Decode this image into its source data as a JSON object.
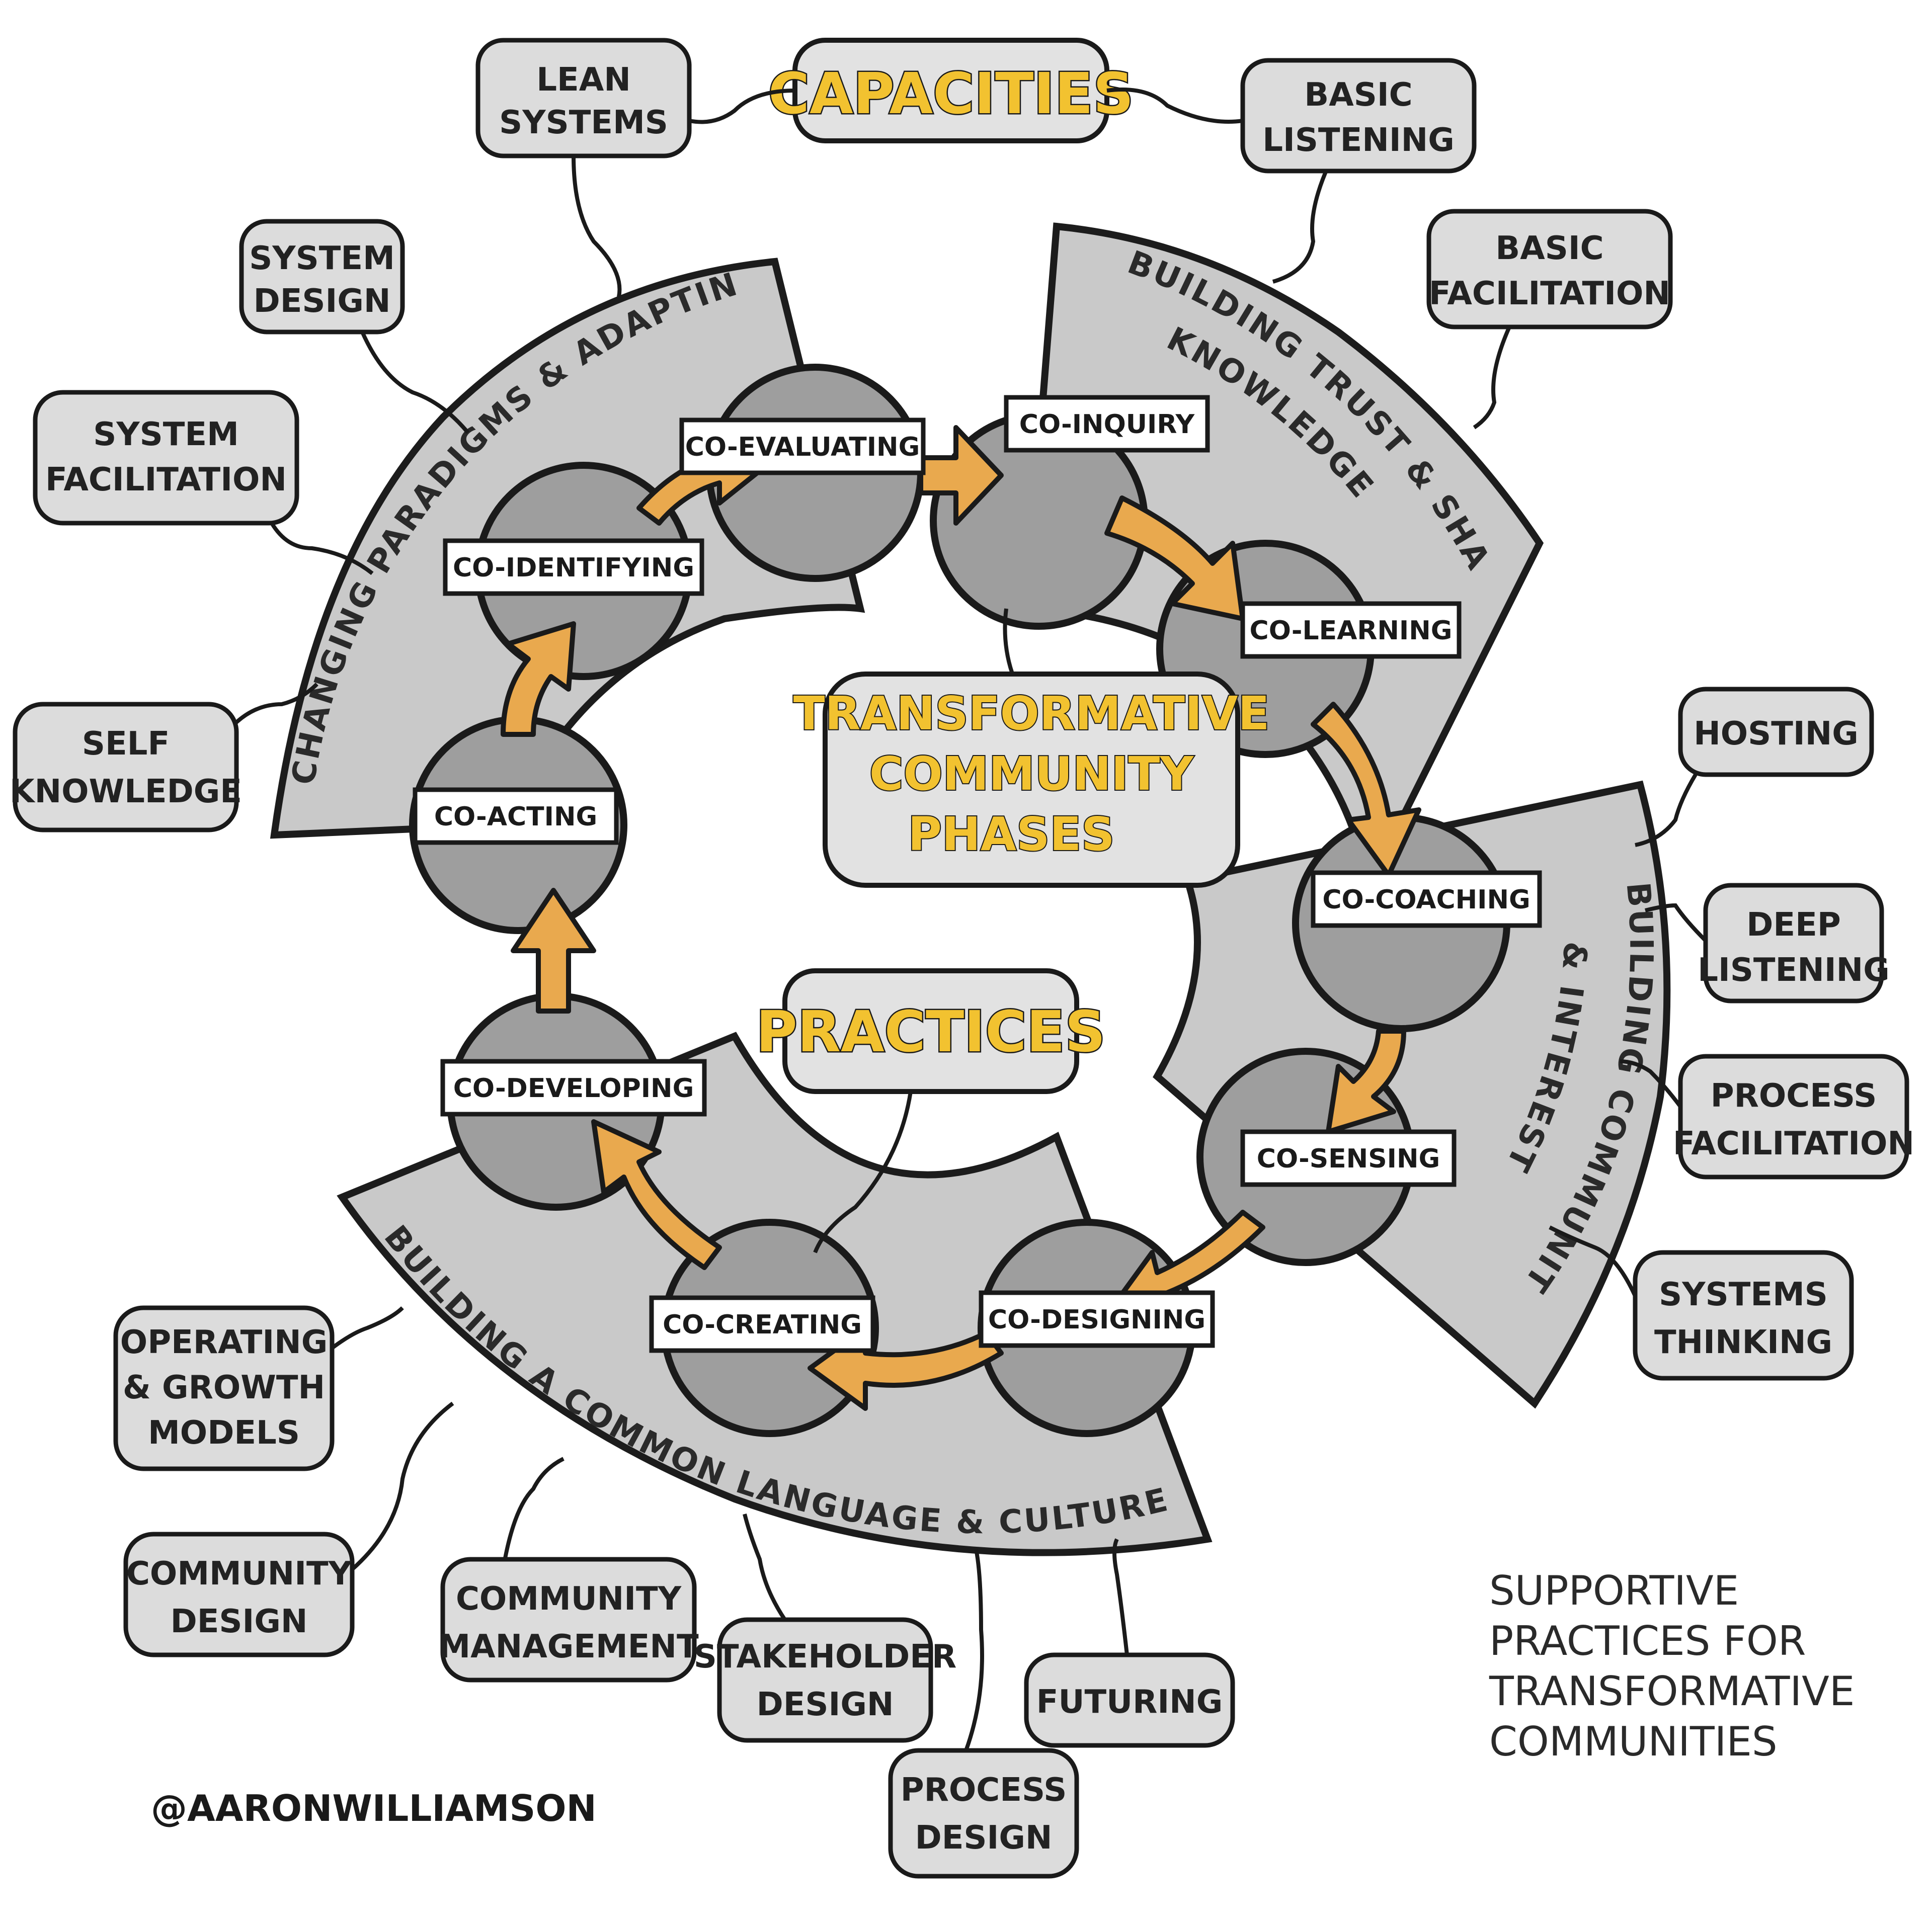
{
  "title": {
    "center_lines": [
      "TRANSFORMATIVE",
      "COMMUNITY",
      "PHASES"
    ],
    "capacities": "CAPACITIES",
    "practices": "PRACTICES"
  },
  "segments": {
    "top_left": "CHANGING PARADIGMS & ADAPTING",
    "top_right_line1": "BUILDING TRUST & SHARING",
    "top_right_line2": "KNOWLEDGE",
    "right_line1": "BUILDING COMMUNITY",
    "right_line2": "& INTEREST",
    "bottom": "BUILDING A COMMON LANGUAGE & CULTURE"
  },
  "phases": {
    "co_inquiry": "CO-INQUIRY",
    "co_learning": "CO-LEARNING",
    "co_coaching": "CO-COACHING",
    "co_sensing": "CO-SENSING",
    "co_designing": "CO-DESIGNING",
    "co_creating": "CO-CREATING",
    "co_developing": "CO-DEVELOPING",
    "co_acting": "CO-ACTING",
    "co_identifying": "CO-IDENTIFYING",
    "co_evaluating": "CO-EVALUATING"
  },
  "capacities": {
    "lean_systems": [
      "LEAN",
      "SYSTEMS"
    ],
    "basic_listening": [
      "BASIC",
      "LISTENING"
    ],
    "system_design": [
      "SYSTEM",
      "DESIGN"
    ],
    "basic_facilitation": [
      "BASIC",
      "FACILITATION"
    ],
    "system_facilitation": [
      "SYSTEM",
      "FACILITATION"
    ],
    "self_knowledge": [
      "SELF",
      "KNOWLEDGE"
    ],
    "hosting": [
      "HOSTING"
    ],
    "deep_listening": [
      "DEEP",
      "LISTENING"
    ],
    "process_facilitation": [
      "PROCESS",
      "FACILITATION"
    ],
    "systems_thinking": [
      "SYSTEMS",
      "THINKING"
    ]
  },
  "practices": {
    "operating_growth_models": [
      "OPERATING",
      "& GROWTH",
      "MODELS"
    ],
    "community_design": [
      "COMMUNITY",
      "DESIGN"
    ],
    "community_management": [
      "COMMUNITY",
      "MANAGEMENT"
    ],
    "stakeholder_design": [
      "STAKEHOLDER",
      "DESIGN"
    ],
    "futuring": [
      "FUTURING"
    ],
    "process_design": [
      "PROCESS",
      "DESIGN"
    ]
  },
  "caption": [
    "SUPPORTIVE",
    "PRACTICES FOR",
    "TRANSFORMATIVE",
    "COMMUNITIES"
  ],
  "credit": "@AARONWILLIAMSON",
  "colors": {
    "accent_yellow": "#f2c230",
    "arrow_orange": "#e9a94e",
    "segment_gray": "#c9c9c9",
    "circle_gray": "#9e9e9e",
    "bubble_gray": "#dcdcdc",
    "outline": "#1a1a1a"
  }
}
